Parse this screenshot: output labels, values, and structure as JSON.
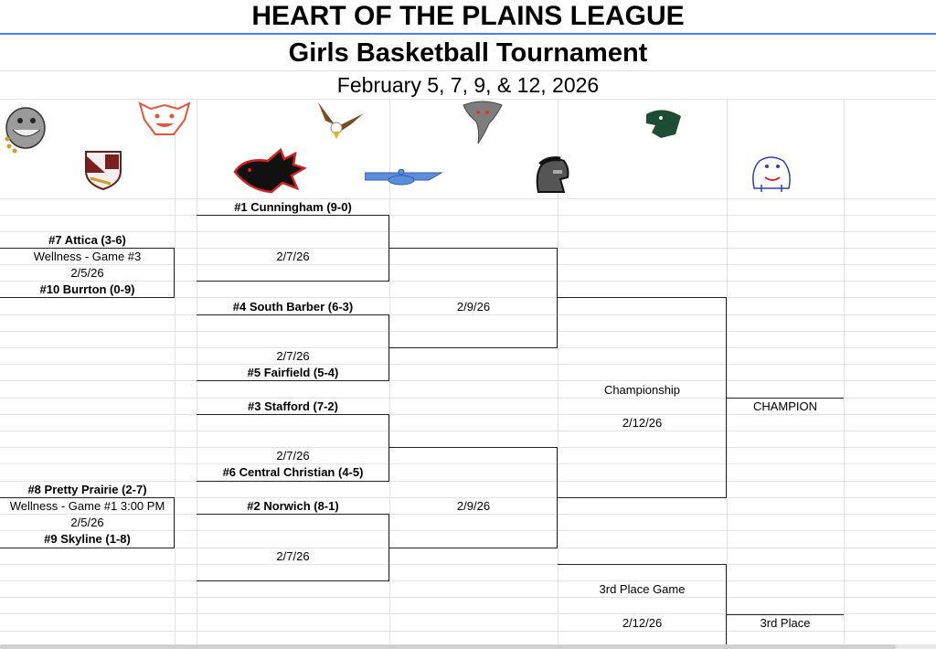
{
  "header": {
    "league": "HEART OF THE PLAINS LEAGUE",
    "tournament": "Girls Basketball Tournament",
    "dates": "February 5, 7, 9, & 12,  2026"
  },
  "logos": [
    "bulldog-gray-icon",
    "wildcat-orange-icon",
    "chargers-shield-icon",
    "eagle-icon",
    "red-hawk-icon",
    "blue-wings-icon",
    "tornado-icon",
    "spartan-helmet-icon",
    "green-panther-icon",
    "blue-bulldog-icon"
  ],
  "play_in": {
    "game3": {
      "top": "#7 Attica (3-6)",
      "site": "Wellness - Game #3",
      "date": "2/5/26",
      "bottom": "#10 Burrton (0-9)"
    },
    "game1": {
      "top": "#8 Pretty Prairie (2-7)",
      "site": "Wellness - Game #1 3:00 PM",
      "date": "2/5/26",
      "bottom": "#9 Skyline (1-8)"
    }
  },
  "quarterfinals": {
    "q1": {
      "top": "#1 Cunningham (9-0)",
      "date": "2/7/26"
    },
    "q2": {
      "top": "#4 South Barber (6-3)",
      "date": "2/7/26",
      "bottom": "#5 Fairfield (5-4)"
    },
    "q3": {
      "top": "#3 Stafford (7-2)",
      "date": "2/7/26",
      "bottom": "#6 Central Christian (4-5)"
    },
    "q4": {
      "top": "#2 Norwich (8-1)",
      "date": "2/7/26"
    }
  },
  "semifinals": {
    "s1": {
      "date": "2/9/26"
    },
    "s2": {
      "date": "2/9/26"
    }
  },
  "finals": {
    "championship": {
      "label": "Championship",
      "date": "2/12/26"
    },
    "champion_label": "CHAMPION",
    "third_place_game": {
      "label": "3rd Place Game",
      "date": "2/12/26"
    },
    "third_place_label": "3rd Place"
  }
}
